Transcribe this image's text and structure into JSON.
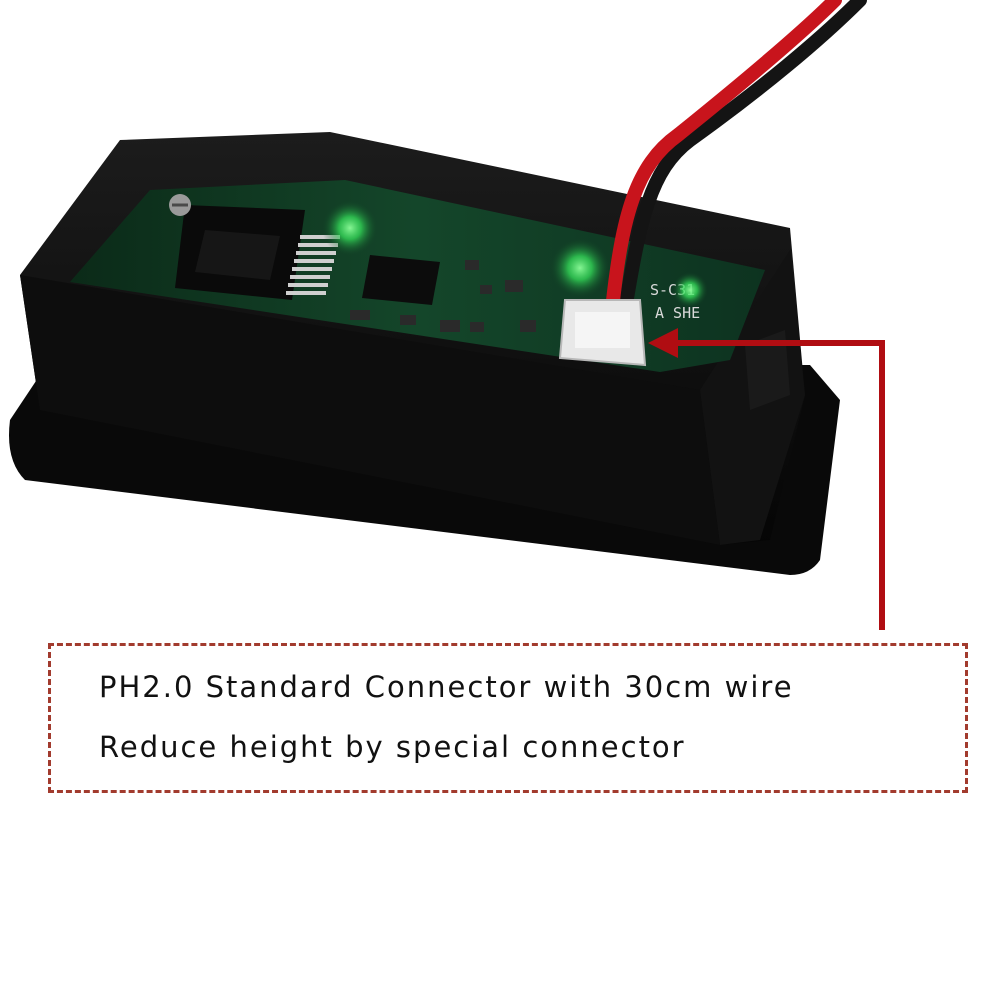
{
  "photo": {
    "subject": "panel-meter-rear-with-pcb",
    "silkscreen_fragments": [
      "S-C31",
      "A SHE"
    ],
    "led_color": "#35e05a",
    "pcb_color": "#0f3d22",
    "case_color": "#0a0a0a",
    "wire_colors": [
      "#c8141c",
      "#141414"
    ],
    "connector_color": "#e8e8e8"
  },
  "annotation": {
    "arrow_color": "#b00d12",
    "border_color": "#a23b2e",
    "lines": [
      "PH2.0 Standard Connector with 30cm wire",
      "Reduce height by special connector"
    ]
  }
}
